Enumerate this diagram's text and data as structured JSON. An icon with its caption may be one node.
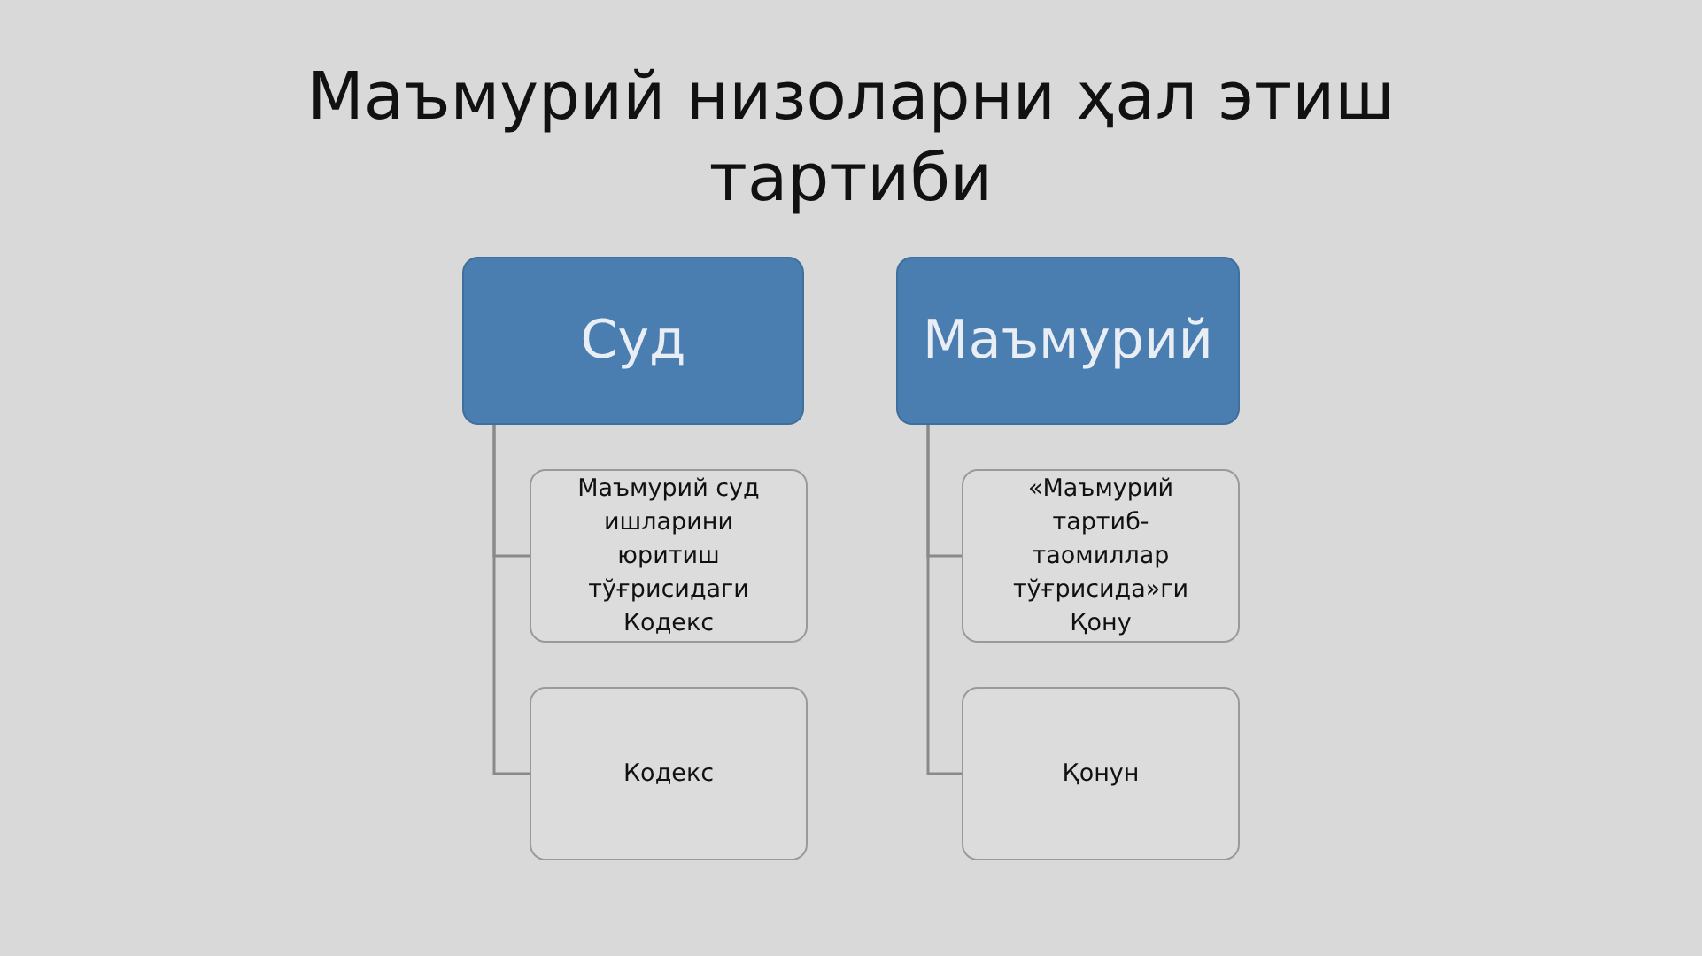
{
  "diagram": {
    "title": "Маъмурий низоларни ҳал этиш тартиби",
    "nodes": [
      {
        "text": [
          "Суд"
        ]
      },
      {
        "text": [
          "Маъмурий суд ишларини юритиш тўғрисидаги Кодекс"
        ]
      },
      {
        "text": [
          "Кодекс"
        ]
      },
      {
        "text": [
          "Маъмурий"
        ]
      },
      {
        "text": [
          "«Маъмурий тартиб-таомиллар тўғрисида»ги Қону"
        ]
      },
      {
        "text": [
          "Қонун"
        ]
      }
    ],
    "edges": [
      {
        "from": 0,
        "to": 1,
        "arrow": "none"
      },
      {
        "from": 0,
        "to": 2,
        "arrow": "none"
      },
      {
        "from": 3,
        "to": 4,
        "arrow": "none"
      },
      {
        "from": 3,
        "to": 5,
        "arrow": "none"
      }
    ]
  }
}
